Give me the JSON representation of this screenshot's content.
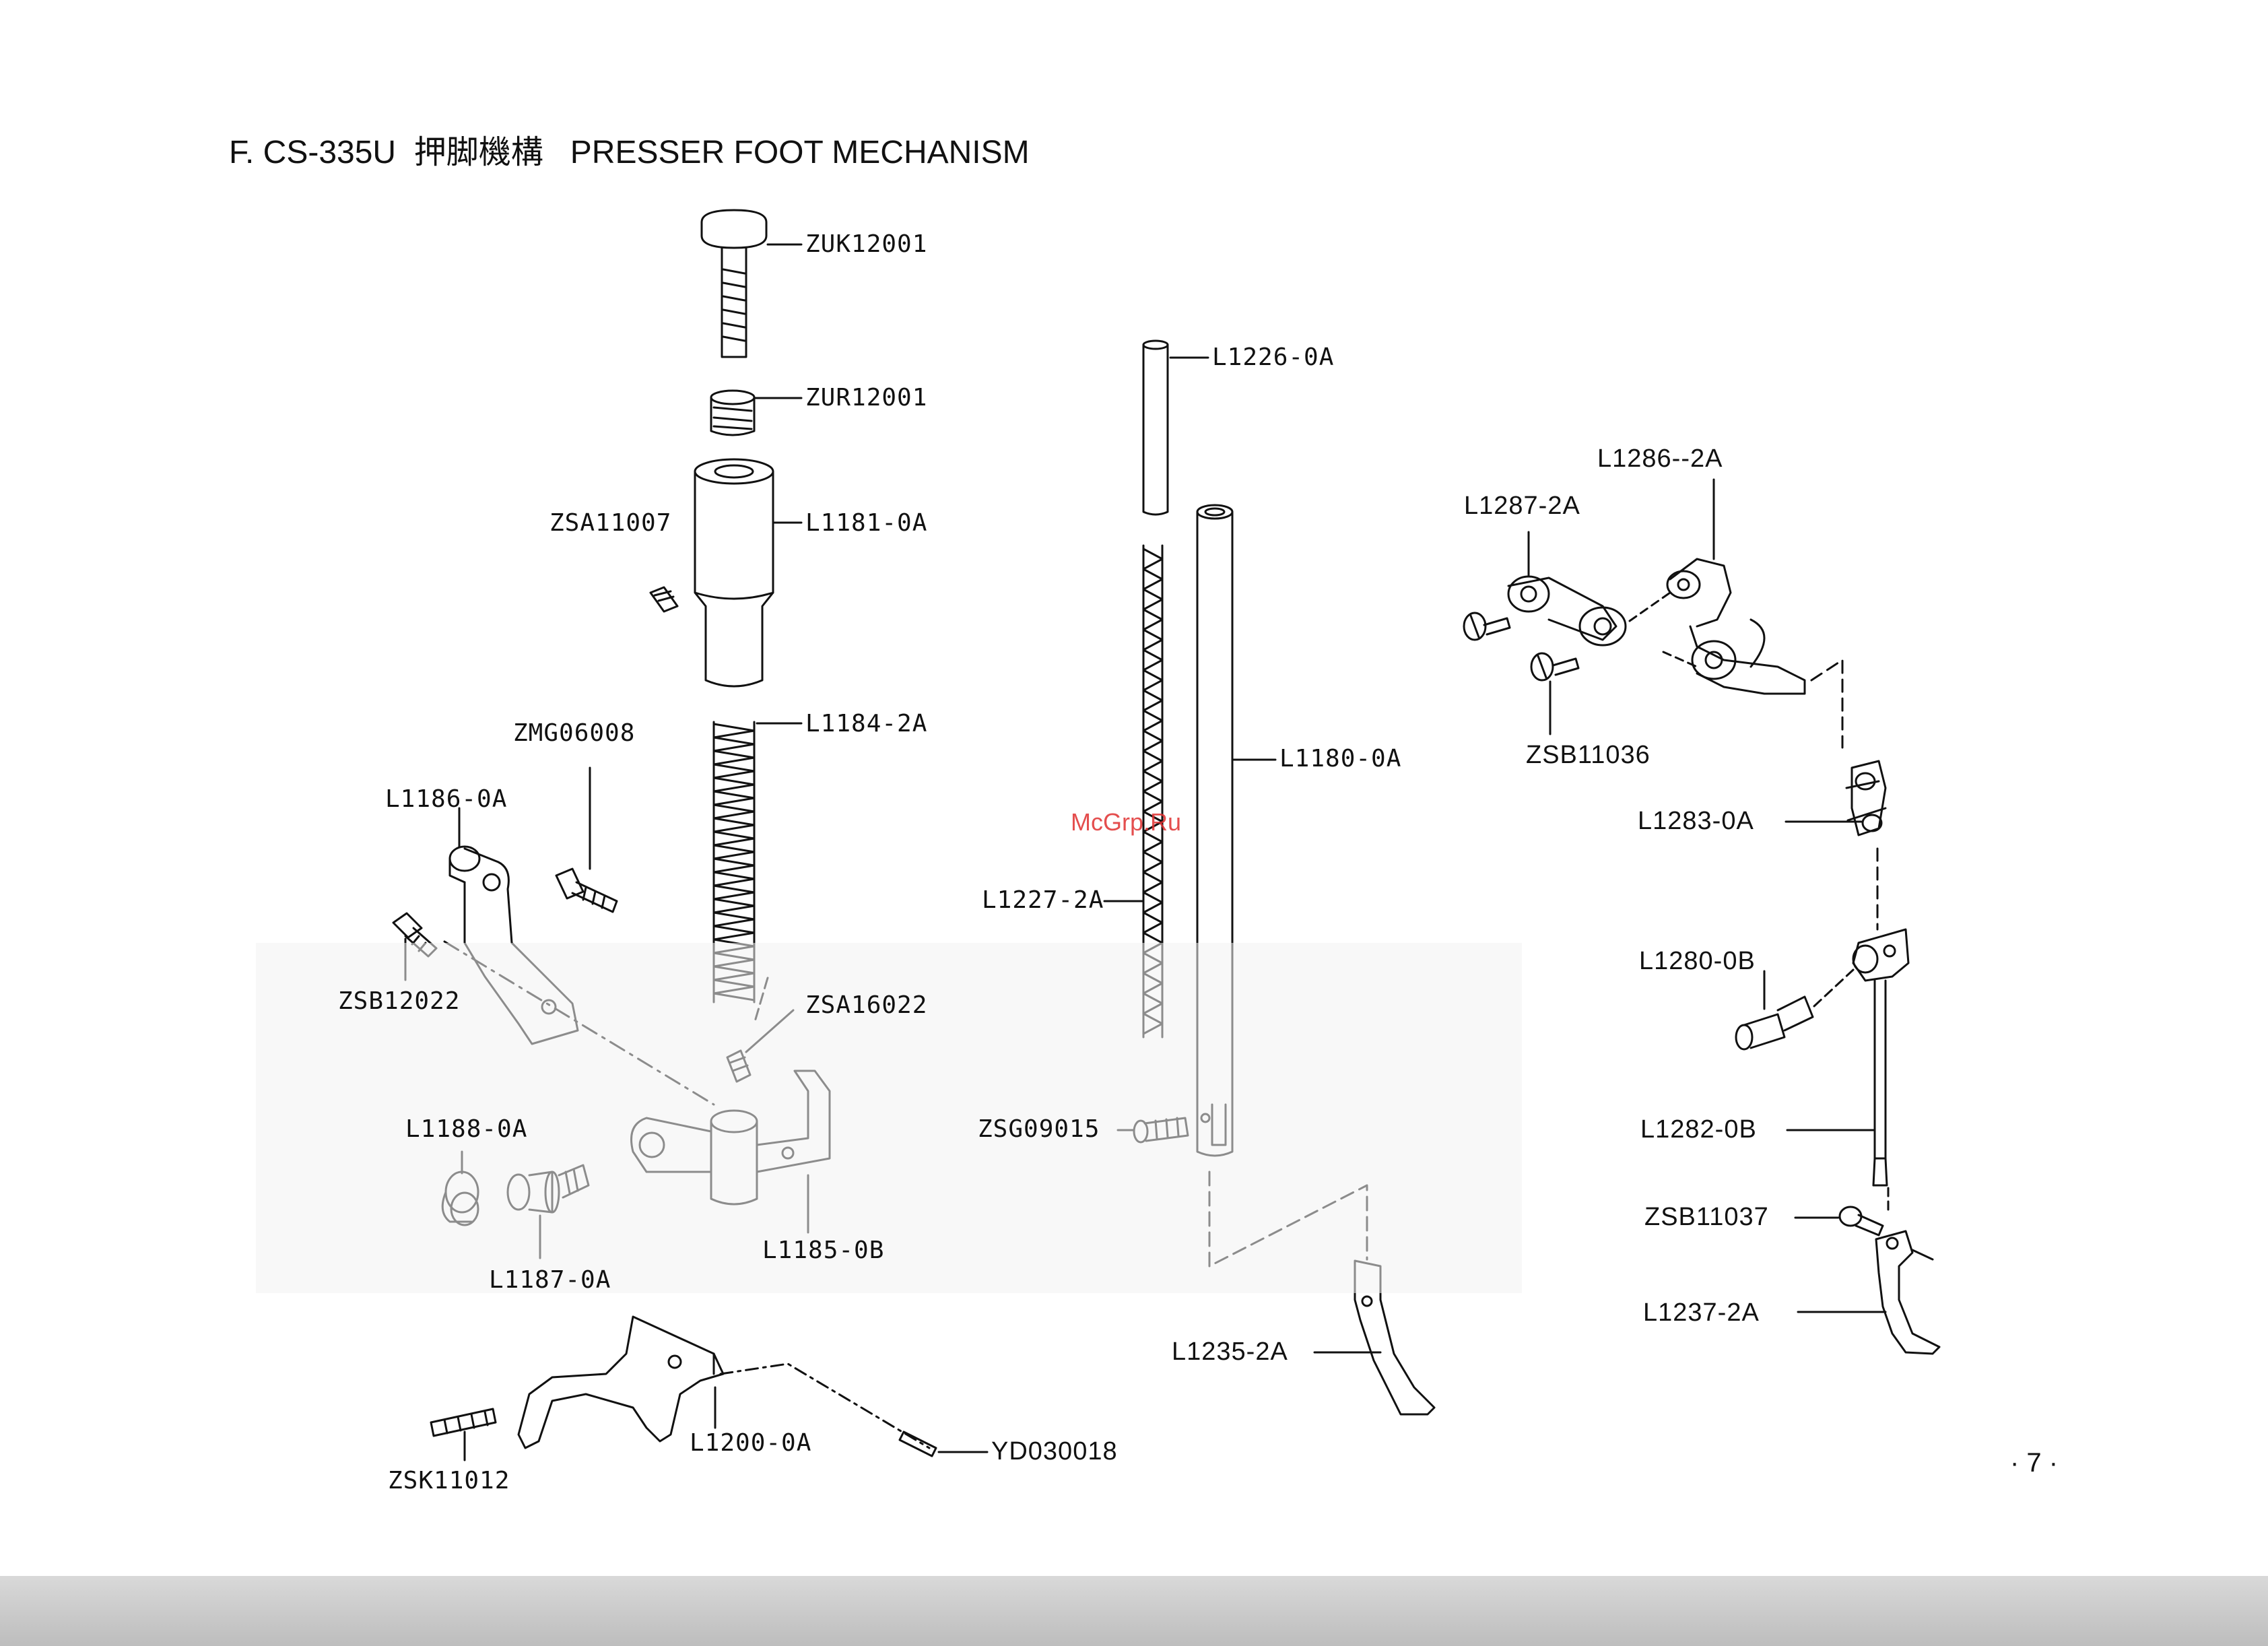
{
  "header": {
    "title": "F. CS-335U  押脚機構   PRESSER FOOT MECHANISM"
  },
  "watermark": "McGrp.Ru",
  "page_number": "· 7 ·",
  "parts": {
    "zuk12001": "ZUK12001",
    "zur12001": "ZUR12001",
    "zsa11007": "ZSA11007",
    "l1181": "L1181-0A",
    "zmg06008": "ZMG06008",
    "l1184": "L1184-2A",
    "l1186": "L1186-0A",
    "zsb12022": "ZSB12022",
    "zsa16022": "ZSA16022",
    "l1188": "L1188-0A",
    "l1187": "L1187-0A",
    "l1185": "L1185-0B",
    "zsk11012": "ZSK11012",
    "l1200": "L1200-0A",
    "yd030018": "YD030018",
    "l1226": "L1226-0A",
    "l1180": "L1180-0A",
    "l1227": "L1227-2A",
    "zsg09015": "ZSG09015",
    "l1235": "L1235-2A",
    "l1286": "L1286--2A",
    "l1287": "L1287-2A",
    "zsb11036": "ZSB11036",
    "l1283": "L1283-0A",
    "l1280": "L1280-0B",
    "l1282": "L1282-0B",
    "zsb11037": "ZSB11037",
    "l1237": "L1237-2A"
  }
}
